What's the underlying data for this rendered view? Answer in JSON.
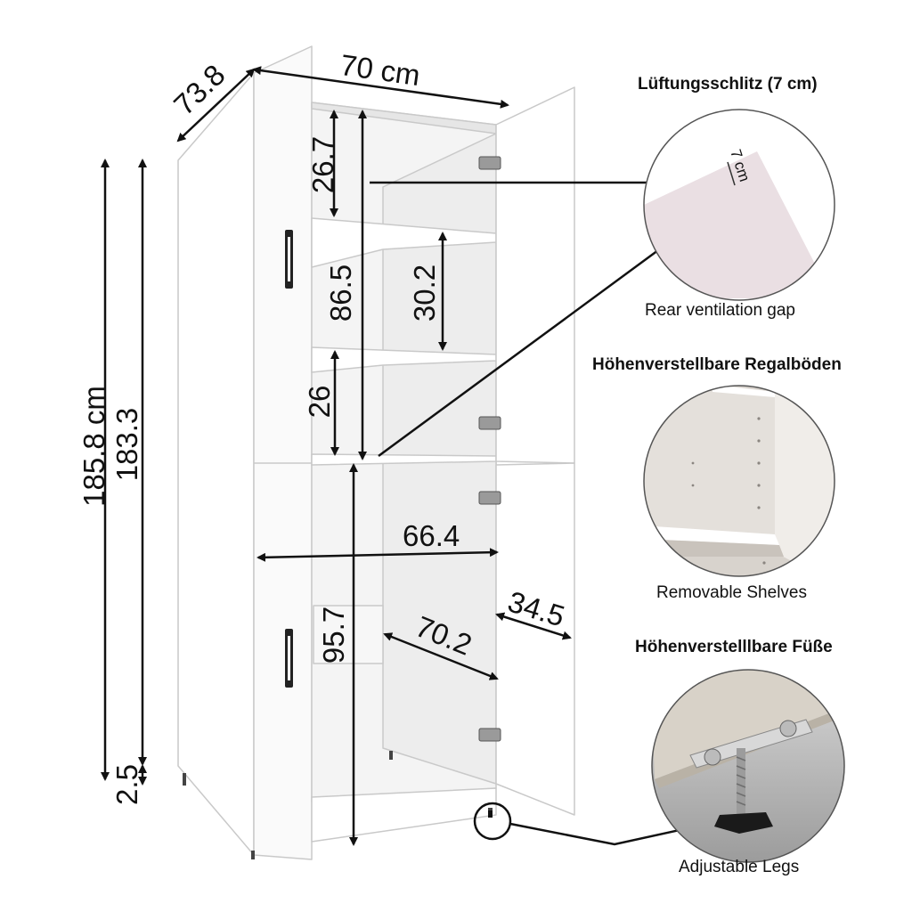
{
  "dimensions": {
    "depth": "73.8",
    "width": "70 cm",
    "total_height": "185.8 cm",
    "body_height": "183.3",
    "leg_height": "2.5",
    "top_compartment": "26.7",
    "upper_section": "86.5",
    "middle_compartment": "30.2",
    "lower_compartment": "26",
    "inner_width": "66.4",
    "lower_section": "95.7",
    "inner_depth": "70.2",
    "door_width": "34.5"
  },
  "callouts": {
    "vent": {
      "title": "Lüftungsschlitz (7 cm)",
      "inner_label": "7 cm",
      "caption": "Rear ventilation gap"
    },
    "shelves": {
      "title": "Höhenverstellbare Regalböden",
      "caption": "Removable Shelves"
    },
    "legs": {
      "title": "Höhenverstelllbare Füße",
      "caption": "Adjustable Legs"
    }
  },
  "colors": {
    "cabinet": "#ffffff",
    "outline": "#c9c9c9",
    "interior": "#f3f3f3",
    "vent_gap": "#eadfe3",
    "arrow": "#111111"
  }
}
